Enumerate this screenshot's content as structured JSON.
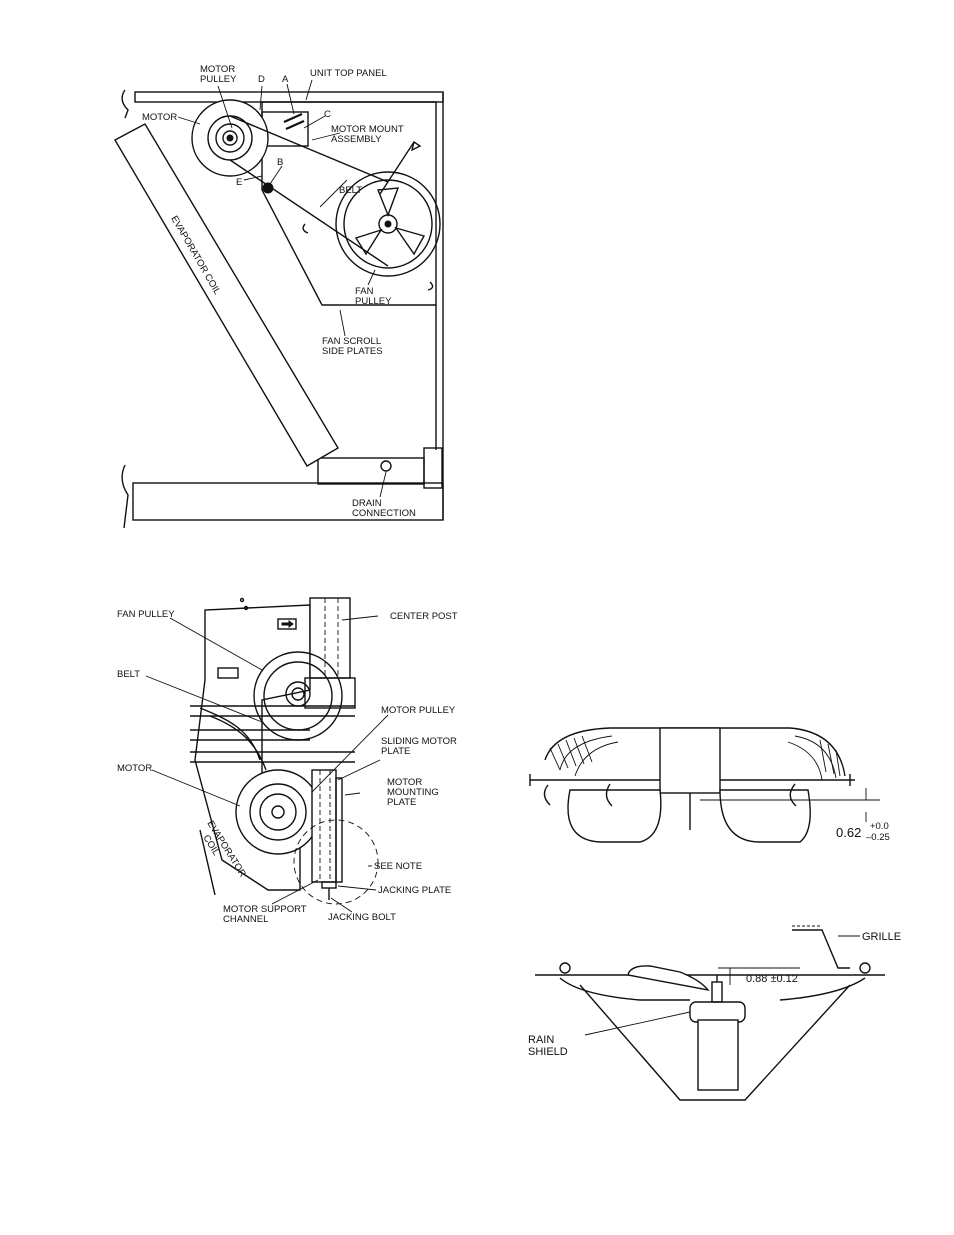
{
  "fig1": {
    "motor_pulley": [
      "MOTOR",
      "PULLEY"
    ],
    "point_d": "D",
    "point_a": "A",
    "point_c": "C",
    "point_b": "B",
    "point_e": "E",
    "unit_top_panel": "UNIT TOP PANEL",
    "motor": "MOTOR",
    "motor_mount_assembly": [
      "MOTOR MOUNT",
      "ASSEMBLY"
    ],
    "belt": "BELT",
    "evaporator_coil": "EVAPORATOR COIL",
    "fan_pulley": [
      "FAN",
      "PULLEY"
    ],
    "fan_scroll_side_plates": [
      "FAN SCROLL",
      "SIDE PLATES"
    ],
    "drain_connection": [
      "DRAIN",
      "CONNECTION"
    ]
  },
  "fig2": {
    "fan_pulley": "FAN PULLEY",
    "center_post": "CENTER POST",
    "belt": "BELT",
    "motor_pulley": "MOTOR PULLEY",
    "sliding_motor_plate": [
      "SLIDING MOTOR",
      "PLATE"
    ],
    "motor": "MOTOR",
    "motor_mounting_plate": [
      "MOTOR",
      "MOUNTING",
      "PLATE"
    ],
    "evaporator_coil": [
      "EVAPORATOR",
      "COIL"
    ],
    "see_note": "SEE NOTE",
    "jacking_plate": "JACKING PLATE",
    "motor_support_channel": [
      "MOTOR SUPPORT",
      "CHANNEL"
    ],
    "jacking_bolt": "JACKING BOLT"
  },
  "fig3": {
    "dim_base": "0.62",
    "dim_plus": "+0.0",
    "dim_minus": "–0.25"
  },
  "fig4": {
    "grille": "GRILLE",
    "dim": "0.88 ±0.12",
    "rain_shield": [
      "RAIN",
      "SHIELD"
    ]
  }
}
